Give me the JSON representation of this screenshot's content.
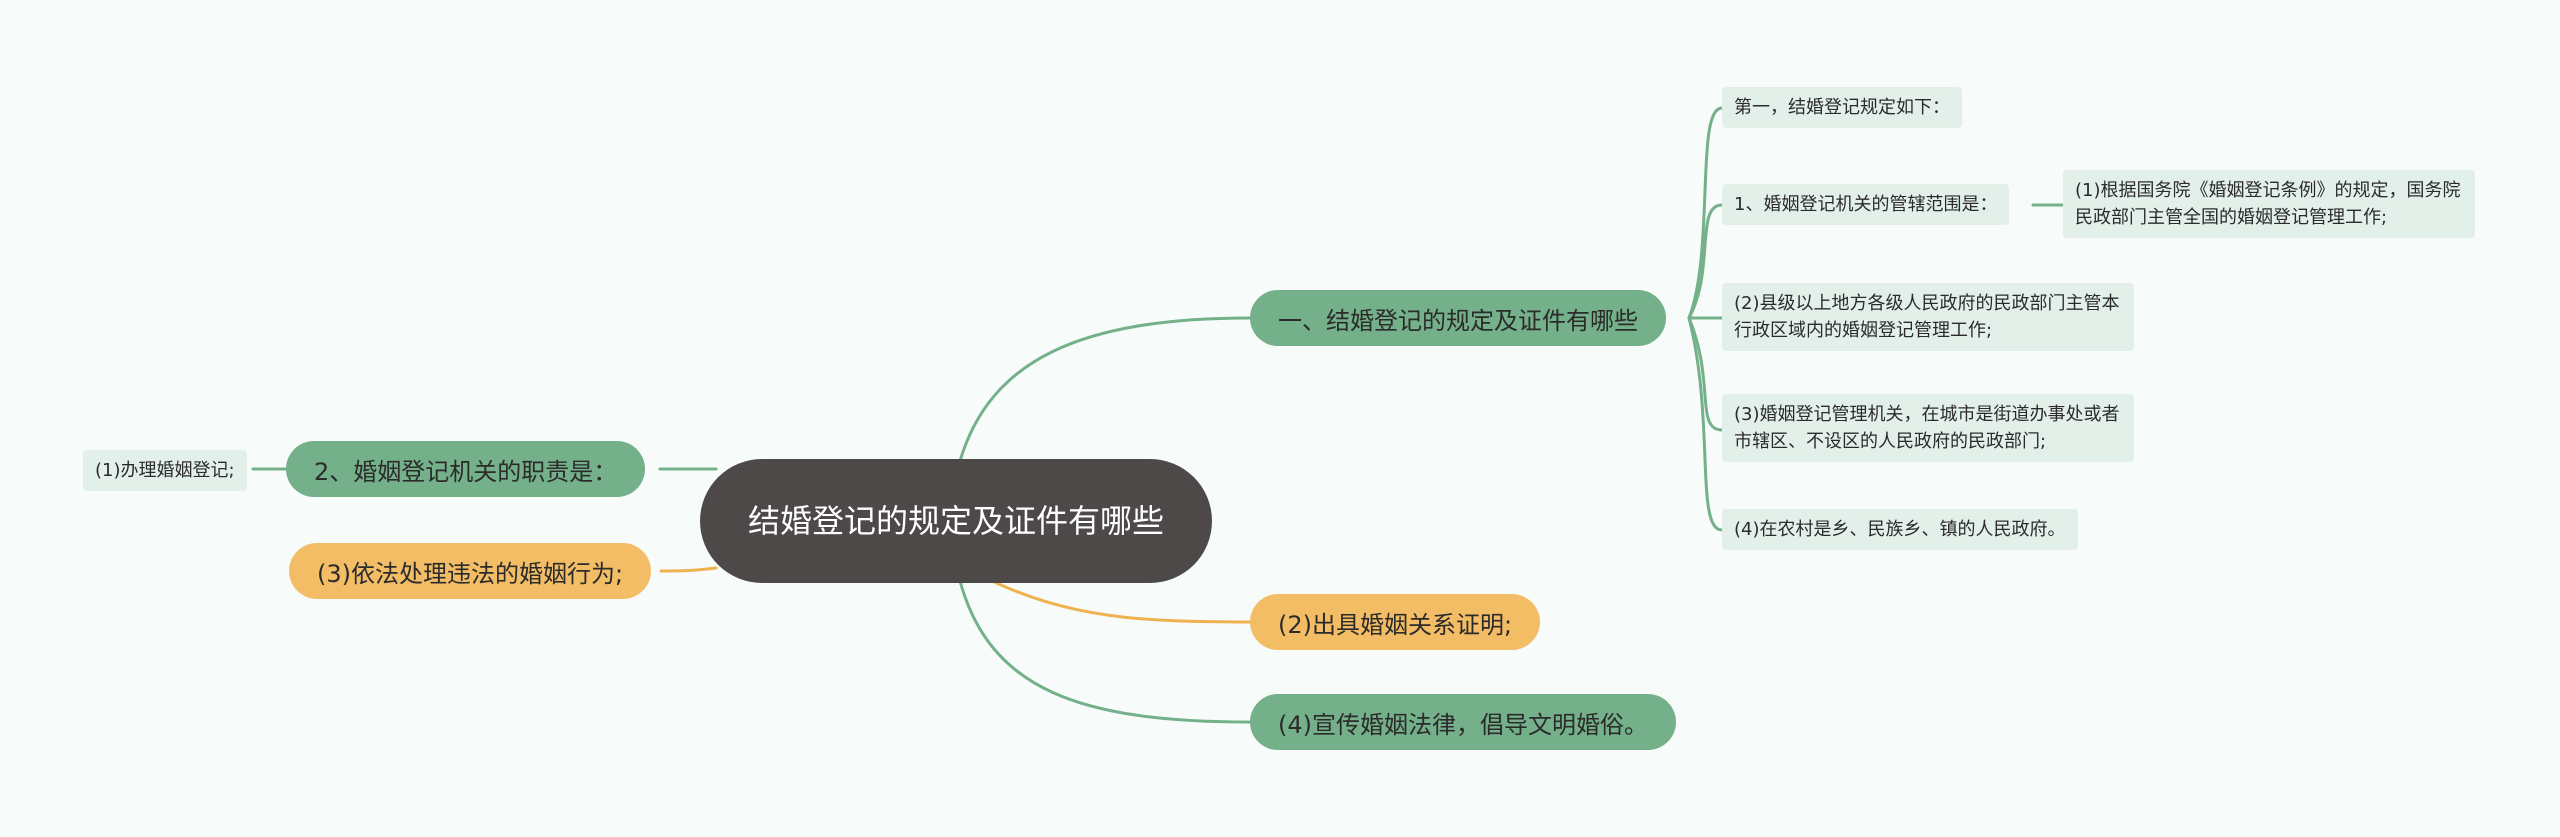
{
  "root": {
    "label": "结婚登记的规定及证件有哪些"
  },
  "branches": {
    "section1": {
      "label": "一、结婚登记的规定及证件有哪些"
    },
    "duties": {
      "label": "2、婚姻登记机关的职责是："
    },
    "duty3": {
      "label": "(3)依法处理违法的婚姻行为;"
    },
    "duty2": {
      "label": "(2)出具婚姻关系证明;"
    },
    "duty4": {
      "label": "(4)宣传婚姻法律，倡导文明婚俗。"
    }
  },
  "leaves": {
    "first": "第一，结婚登记规定如下：",
    "scope": "1、婚姻登记机关的管辖范围是：",
    "scope1": "(1)根据国务院《婚姻登记条例》的规定，国务院民政部门主管全国的婚姻登记管理工作;",
    "scope2": "(2)县级以上地方各级人民政府的民政部门主管本行政区域内的婚姻登记管理工作;",
    "scope3": "(3)婚姻登记管理机关，在城市是街道办事处或者市辖区、不设区的人民政府的民政部门;",
    "scope4": "(4)在农村是乡、民族乡、镇的人民政府。",
    "duty1": "(1)办理婚姻登记;"
  },
  "colors": {
    "background": "#f7fcfb",
    "root": "#4d4949",
    "green_node": "#74b08a",
    "orange_node": "#f3bd66",
    "leaf": "#e3f0ea",
    "green_link": "#74b08a",
    "orange_link": "#eeb24f"
  }
}
